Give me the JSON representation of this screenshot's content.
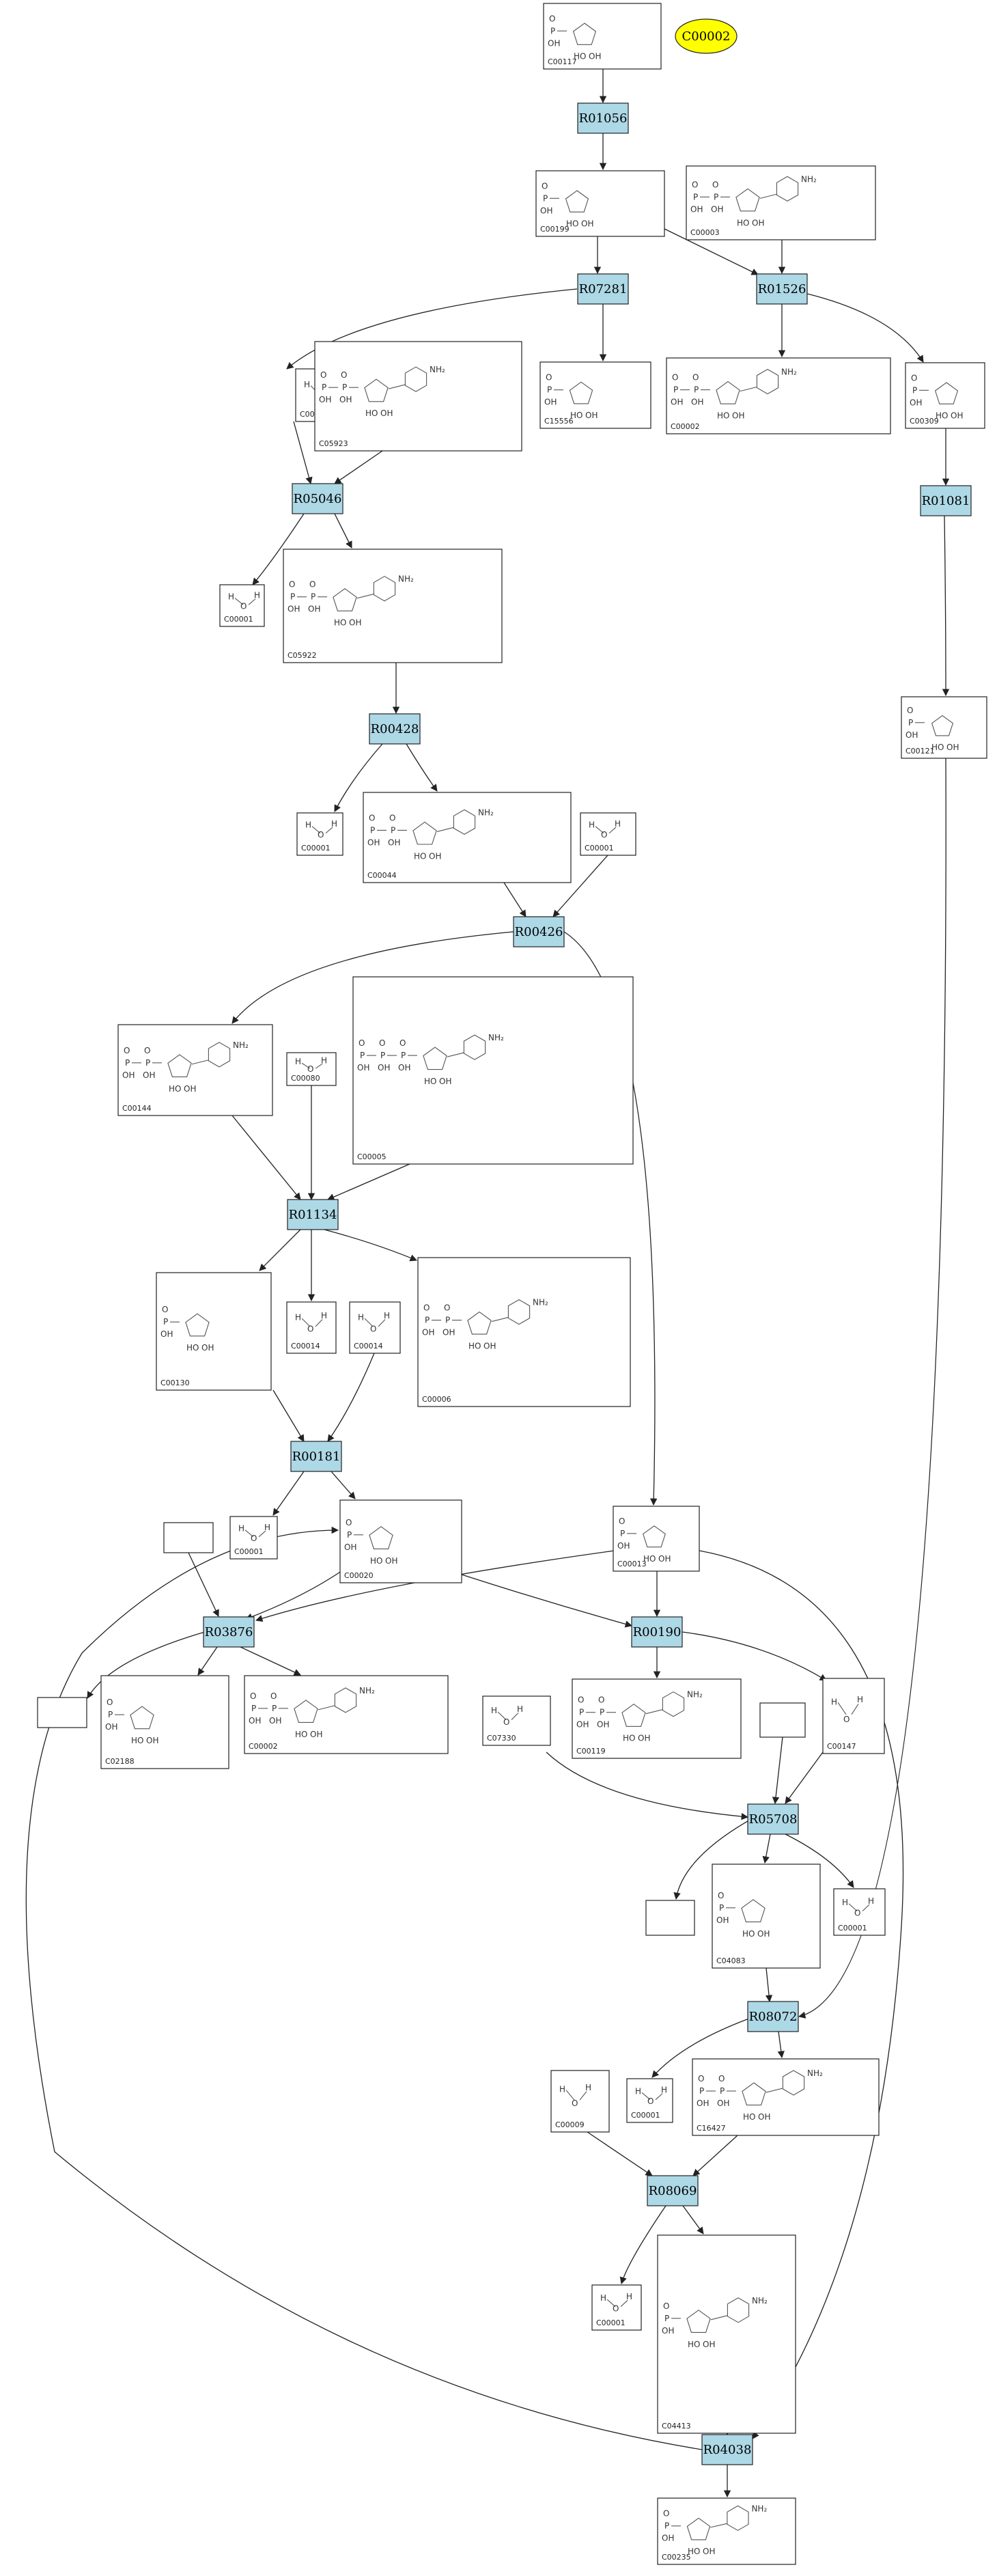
{
  "highlight": {
    "label": "C00002"
  },
  "reactions": [
    {
      "id": "R01056"
    },
    {
      "id": "R07281"
    },
    {
      "id": "R01526"
    },
    {
      "id": "R05046"
    },
    {
      "id": "R01081"
    },
    {
      "id": "R00428"
    },
    {
      "id": "R00426"
    },
    {
      "id": "R01134"
    },
    {
      "id": "R00181"
    },
    {
      "id": "R03876"
    },
    {
      "id": "R00190"
    },
    {
      "id": "R05708"
    },
    {
      "id": "R08072"
    },
    {
      "id": "R08069"
    },
    {
      "id": "R04038"
    }
  ],
  "compounds": [
    {
      "id": "C00117"
    },
    {
      "id": "C00199"
    },
    {
      "id": "C00003"
    },
    {
      "id": "C00058"
    },
    {
      "id": "C05923"
    },
    {
      "id": "C15556"
    },
    {
      "id": "C00002"
    },
    {
      "id": "C00309"
    },
    {
      "id": "C00001"
    },
    {
      "id": "C05922"
    },
    {
      "id": "C00121"
    },
    {
      "id": "C00001"
    },
    {
      "id": "C00044"
    },
    {
      "id": "C00001"
    },
    {
      "id": "C00144"
    },
    {
      "id": "C00080"
    },
    {
      "id": "C00005"
    },
    {
      "id": "C00130"
    },
    {
      "id": "C00014"
    },
    {
      "id": "C00014"
    },
    {
      "id": "C00006"
    },
    {
      "id": "C00001"
    },
    {
      "id": "C00020"
    },
    {
      "id": "C00013"
    },
    {
      "id": ""
    },
    {
      "id": ""
    },
    {
      "id": "C02188"
    },
    {
      "id": "C00002"
    },
    {
      "id": "C07330"
    },
    {
      "id": "C00119"
    },
    {
      "id": ""
    },
    {
      "id": "C00147"
    },
    {
      "id": ""
    },
    {
      "id": "C04083"
    },
    {
      "id": "C00001"
    },
    {
      "id": "C00009"
    },
    {
      "id": "C00001"
    },
    {
      "id": "C16427"
    },
    {
      "id": "C00001"
    },
    {
      "id": "C04413"
    },
    {
      "id": "C00235"
    }
  ]
}
